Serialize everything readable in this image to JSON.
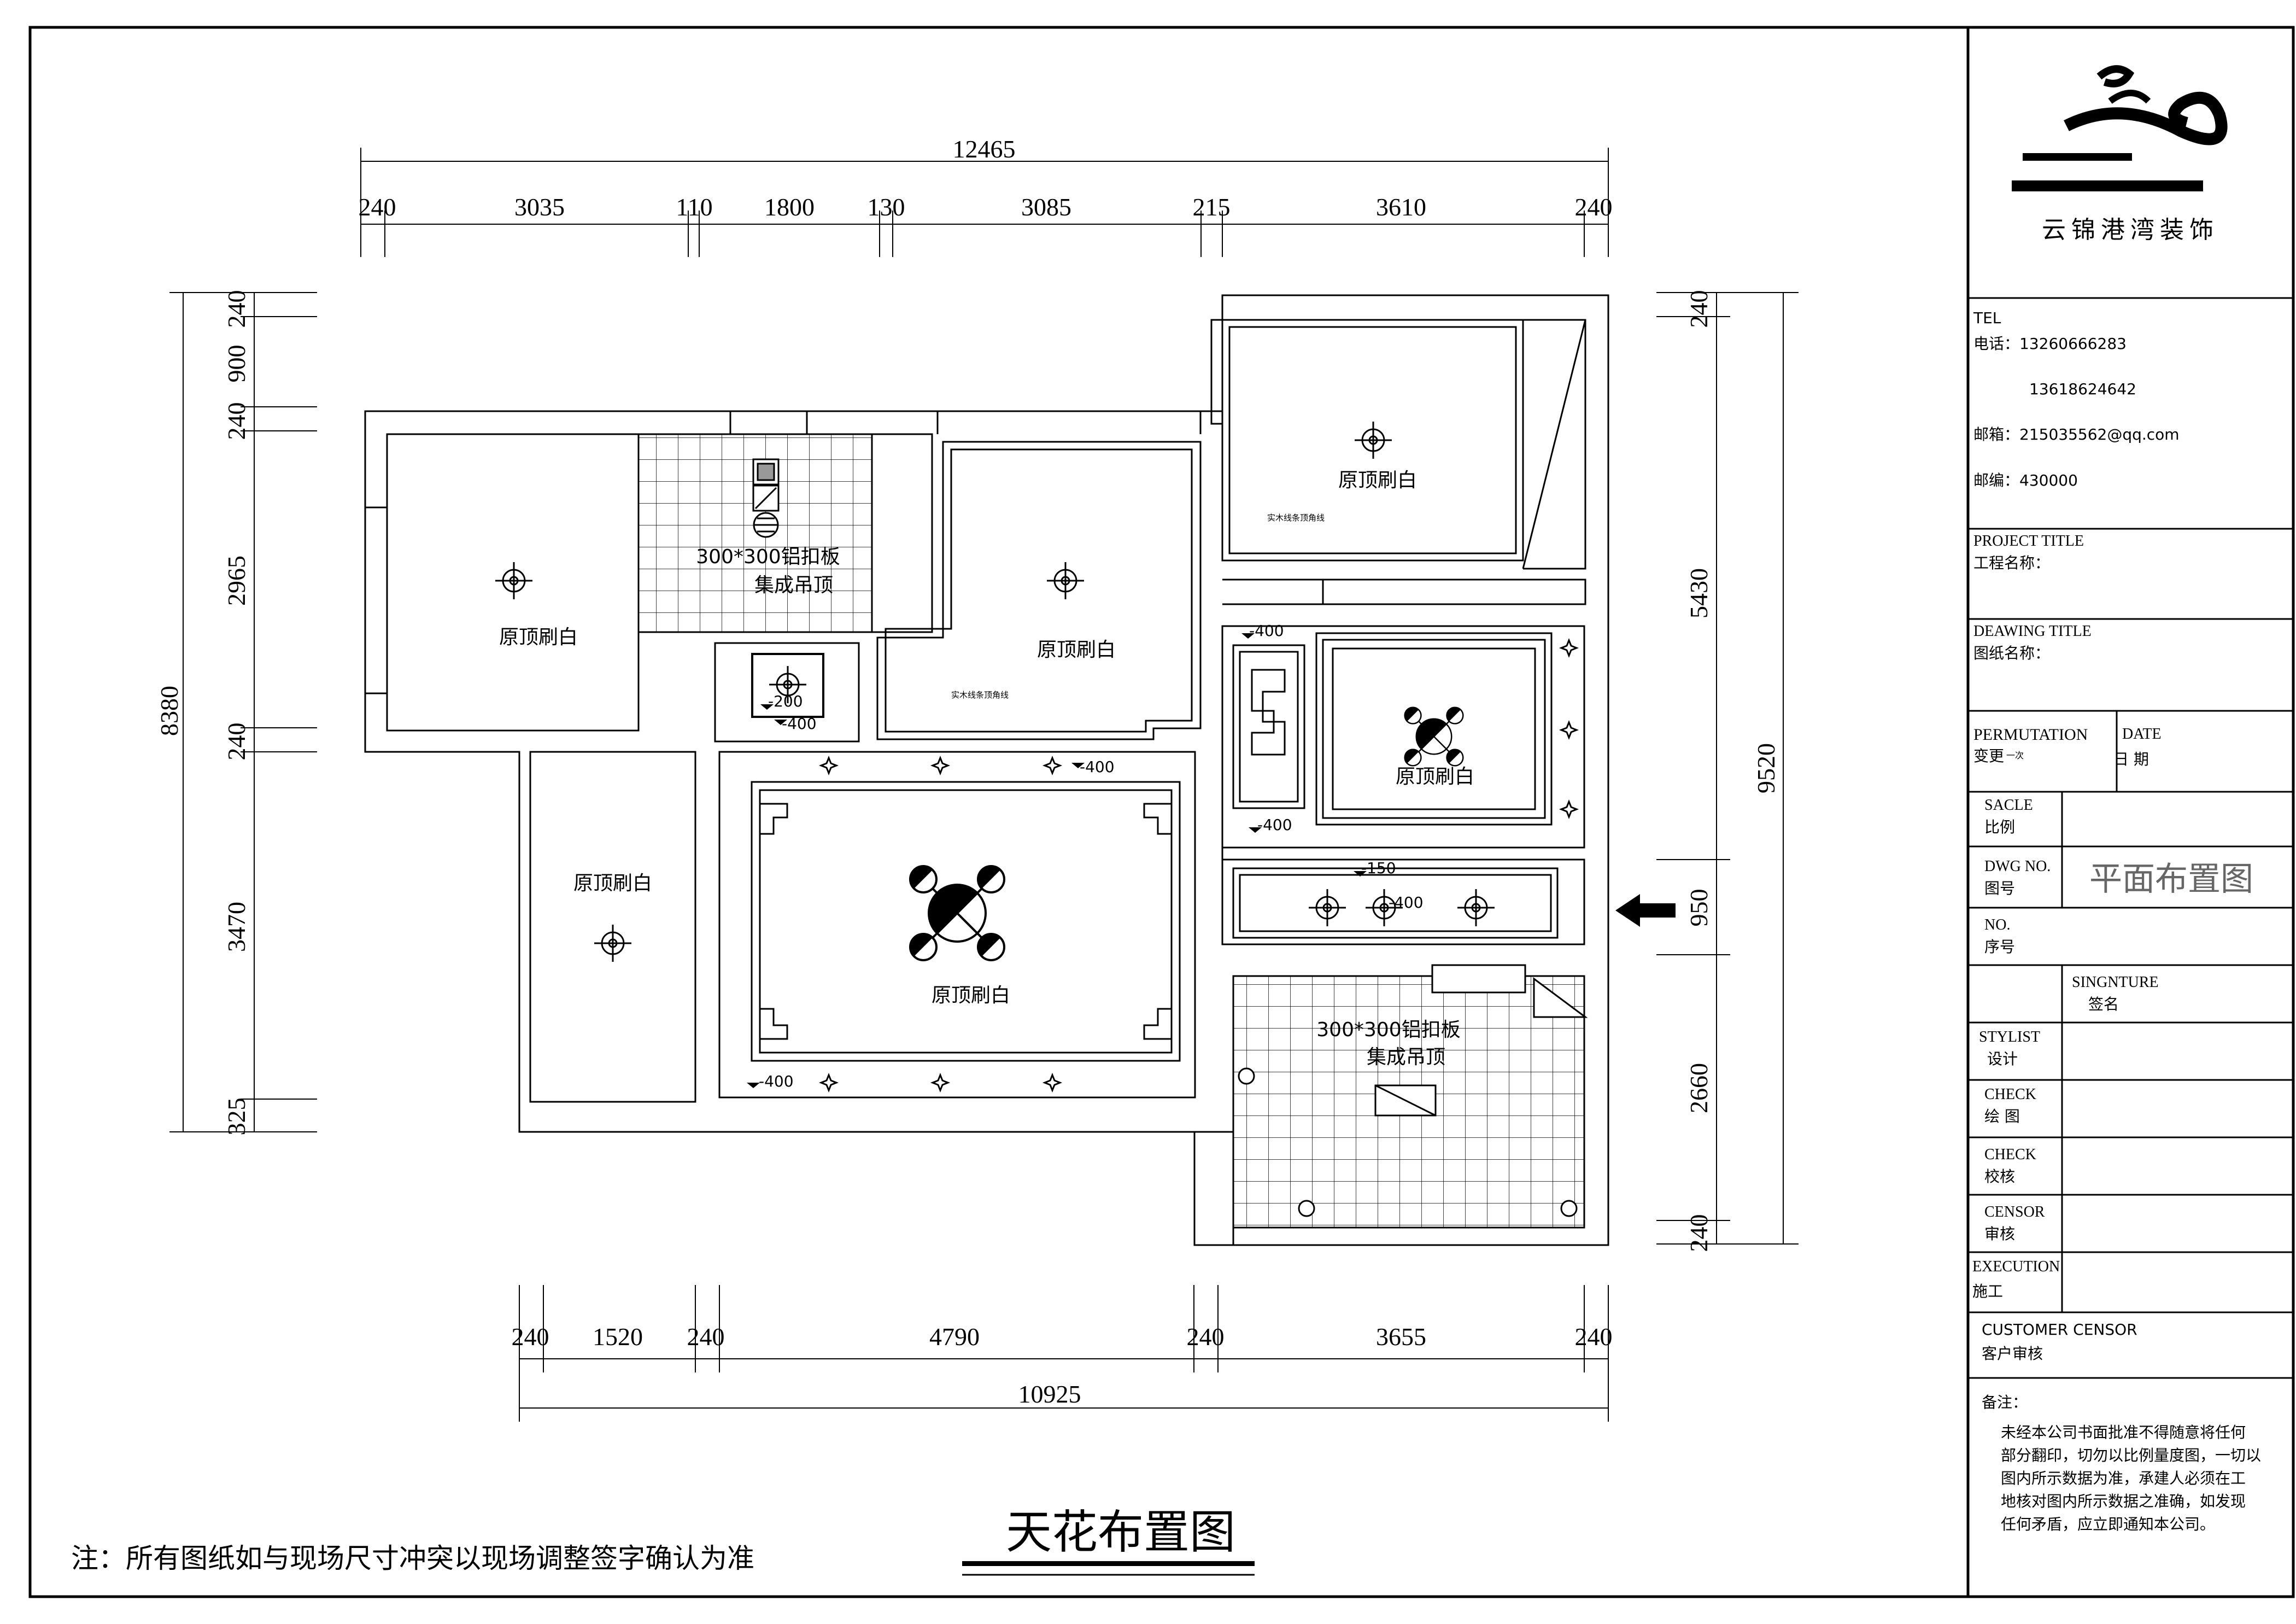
{
  "company": {
    "name": "云锦港湾装饰"
  },
  "contact": {
    "tel_heading": "TEL",
    "phone1": "电话：13260666283",
    "phone2": "13618624642",
    "email": "邮箱：215035562@qq.com",
    "postcode": "邮编：430000"
  },
  "title_block": {
    "project_en": "PROJECT TITLE",
    "project_cn": "工程名称：",
    "drawing_en": "DEAWING TITLE",
    "drawing_cn": "图纸名称：",
    "permutation_en": "PERMUTATION",
    "permutation_cn": "变更",
    "permutation_suffix": "一次",
    "date_en": "DATE",
    "date_cn": "日  期",
    "scale_en": "SACLE",
    "scale_cn": "比例",
    "dwg_en": "DWG NO.",
    "dwg_cn": "图号",
    "dwg_value": "平面布置图",
    "no_en": "NO.",
    "no_cn": "序号",
    "signature_en": "SINGNTURE",
    "signature_cn": "签名",
    "stylist_en": "STYLIST",
    "stylist_cn": "设计",
    "check1_en": "CHECK",
    "check1_cn": "绘 图",
    "check2_en": "CHECK",
    "check2_cn": "校核",
    "censor_en": "CENSOR",
    "censor_cn": "审核",
    "execution_en": "EXECUTION",
    "execution_cn": "施工",
    "customer_en": "CUSTOMER CENSOR",
    "customer_cn": "客户审核",
    "remarks_title": "备注：",
    "remarks_lines": [
      "未经本公司书面批准不得随意将任何",
      "部分翻印，切勿以比例量度图，一切以",
      "图内所示数据为准，承建人必须在工",
      "地核对图内所示数据之准确，如发现",
      "任何矛盾，应立即通知本公司。"
    ]
  },
  "dimensions": {
    "top_total": "12465",
    "top": [
      "240",
      "3035",
      "110",
      "1800",
      "130",
      "3085",
      "215",
      "3610",
      "240"
    ],
    "bottom_total": "10925",
    "bottom": [
      "240",
      "1520",
      "240",
      "4790",
      "240",
      "3655",
      "240"
    ],
    "left_total": "8380",
    "left": [
      "240",
      "900",
      "240",
      "2965",
      "240",
      "3470",
      "325"
    ],
    "right_total": "9520",
    "right": [
      "240",
      "5430",
      "950",
      "2660",
      "240"
    ]
  },
  "rooms": {
    "white_ceiling": "原顶刷白",
    "alu_line1": "300*300铝扣板",
    "alu_line2": "集成吊顶",
    "wood_line": "实木线条顶角线"
  },
  "levels": {
    "m400": "-400",
    "m200": "-200",
    "m150": "-150"
  },
  "footer": {
    "note": "注：所有图纸如与现场尺寸冲突以现场调整签字确认为准",
    "drawing_title": "天花布置图"
  }
}
